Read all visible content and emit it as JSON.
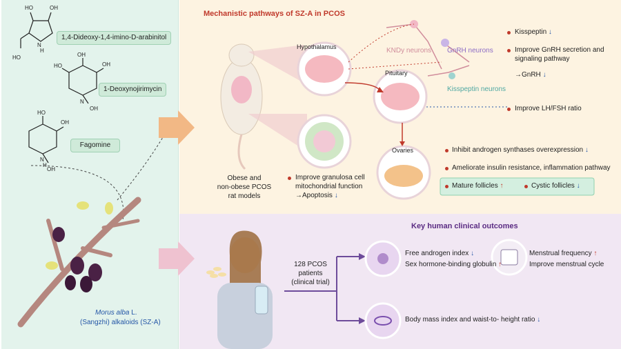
{
  "compounds": {
    "c1": "1,4-Dideoxy-1,4-imino-D-arabinitol",
    "c2": "1-Deoxynojirimycin",
    "c3": "Fagomine"
  },
  "plant_caption": {
    "species": "Morus alba",
    "author": " L.",
    "line2": "(Sangzhi) alkaloids (SZ-A)"
  },
  "top": {
    "title": "Mechanistic pathways of SZ-A in PCOS",
    "rat_label": [
      "Obese and",
      "non-obese PCOS",
      "rat models"
    ],
    "hypothalamus": "Hypothalamus",
    "pituitary": "Pituitary",
    "ovaries": "Ovaries",
    "kndy": "KNDy neurons",
    "gnrh": "GnRH neurons",
    "kisspeptin_neurons": "Kisspeptin neurons",
    "granulosa": [
      "Improve granulosa cell",
      "mitochondrial function",
      "→Apoptosis"
    ],
    "outcomes": {
      "kisspeptin": "Kisspeptin",
      "gnrh_secretion": [
        "Improve GnRH secretion and",
        "signaling pathway",
        "→GnRH"
      ],
      "lhfsh": "Improve LH/FSH ratio",
      "androgen": "Inhibit androgen synthases overexpression",
      "insulin": "Ameliorate insulin resistance, inflammation pathway",
      "mature": "Mature follicles",
      "cystic": "Cystic follicles"
    },
    "arrows": {
      "up": "↑",
      "down": "↓"
    }
  },
  "bottom": {
    "title": "Key human clinical outcomes",
    "patients": [
      "128 PCOS",
      "patients",
      "(clinical trial)"
    ],
    "fai": "Free androgen index",
    "shbg": "Sex hormone-binding globulin",
    "menstrual_freq": "Menstrual frequency",
    "menstrual_cycle": "Improve menstrual cycle",
    "bmi": "Body mass index and waist-to- height ratio"
  },
  "colors": {
    "up": "#c0392b",
    "down": "#2456a6",
    "accent_red": "#c0392b",
    "accent_purple": "#5b2c83"
  }
}
